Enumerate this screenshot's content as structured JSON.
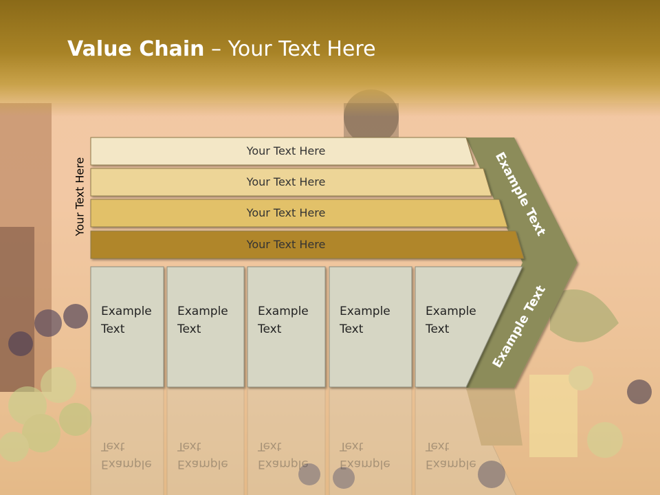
{
  "title": {
    "bold": "Value Chain",
    "rest": " – Your Text Here"
  },
  "vertical_label": "Your Text Here",
  "bars": [
    {
      "label": "Your Text Here",
      "color": "#f3e7c6"
    },
    {
      "label": "Your Text Here",
      "color": "#edd597"
    },
    {
      "label": "Your Text Here",
      "color": "#e2c169"
    },
    {
      "label": "Your Text Here",
      "color": "#b0862a"
    }
  ],
  "columns": [
    {
      "line1": "Example",
      "line2": "Text"
    },
    {
      "line1": "Example",
      "line2": "Text"
    },
    {
      "line1": "Example",
      "line2": "Text"
    },
    {
      "line1": "Example",
      "line2": "Text"
    },
    {
      "line1": "Example",
      "line2": "Text"
    }
  ],
  "arrow": {
    "top_label": "Example Text",
    "bottom_label": "Example Text",
    "color": "#8c8c5a"
  },
  "colors": {
    "column_fill": "#d6d6c4",
    "column_stroke": "#8d8d7e"
  }
}
